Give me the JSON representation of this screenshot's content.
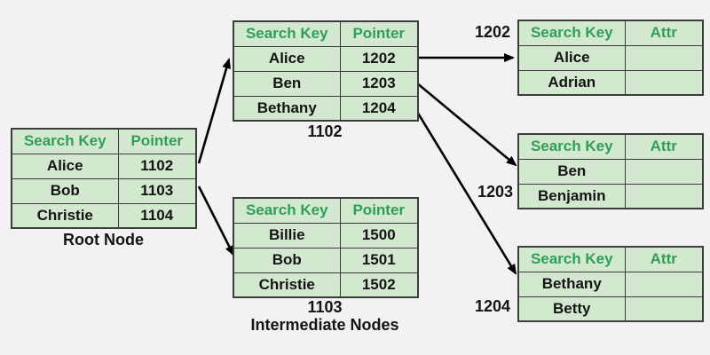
{
  "colors": {
    "bg": "#f2f2f2",
    "cell": "#d3e9cf",
    "headertext": "#2f9e58",
    "border": "#3c3c3c",
    "text": "#141414",
    "arrow": "#000000"
  },
  "nodes": {
    "root": {
      "col1": "Search Key",
      "col2": "Pointer",
      "rows": [
        {
          "k": "Alice",
          "v": "1102"
        },
        {
          "k": "Bob",
          "v": "1103"
        },
        {
          "k": "Christie",
          "v": "1104"
        }
      ],
      "caption": "Root Node"
    },
    "n1102": {
      "col1": "Search Key",
      "col2": "Pointer",
      "rows": [
        {
          "k": "Alice",
          "v": "1202"
        },
        {
          "k": "Ben",
          "v": "1203"
        },
        {
          "k": "Bethany",
          "v": "1204"
        }
      ],
      "caption": "1102"
    },
    "n1103": {
      "col1": "Search Key",
      "col2": "Pointer",
      "rows": [
        {
          "k": "Billie",
          "v": "1500"
        },
        {
          "k": "Bob",
          "v": "1501"
        },
        {
          "k": "Christie",
          "v": "1502"
        }
      ],
      "caption": "1103",
      "caption2": "Intermediate Nodes"
    },
    "leaf1202": {
      "col1": "Search Key",
      "col2": "Attr",
      "rows": [
        {
          "k": "Alice",
          "v": ""
        },
        {
          "k": "Adrian",
          "v": ""
        }
      ]
    },
    "leaf1203": {
      "col1": "Search Key",
      "col2": "Attr",
      "rows": [
        {
          "k": "Ben",
          "v": ""
        },
        {
          "k": "Benjamin",
          "v": ""
        }
      ]
    },
    "leaf1204": {
      "col1": "Search Key",
      "col2": "Attr",
      "rows": [
        {
          "k": "Bethany",
          "v": ""
        },
        {
          "k": "Betty",
          "v": ""
        }
      ]
    }
  },
  "edges": {
    "l1202": "1202",
    "l1203": "1203",
    "l1204": "1204"
  }
}
